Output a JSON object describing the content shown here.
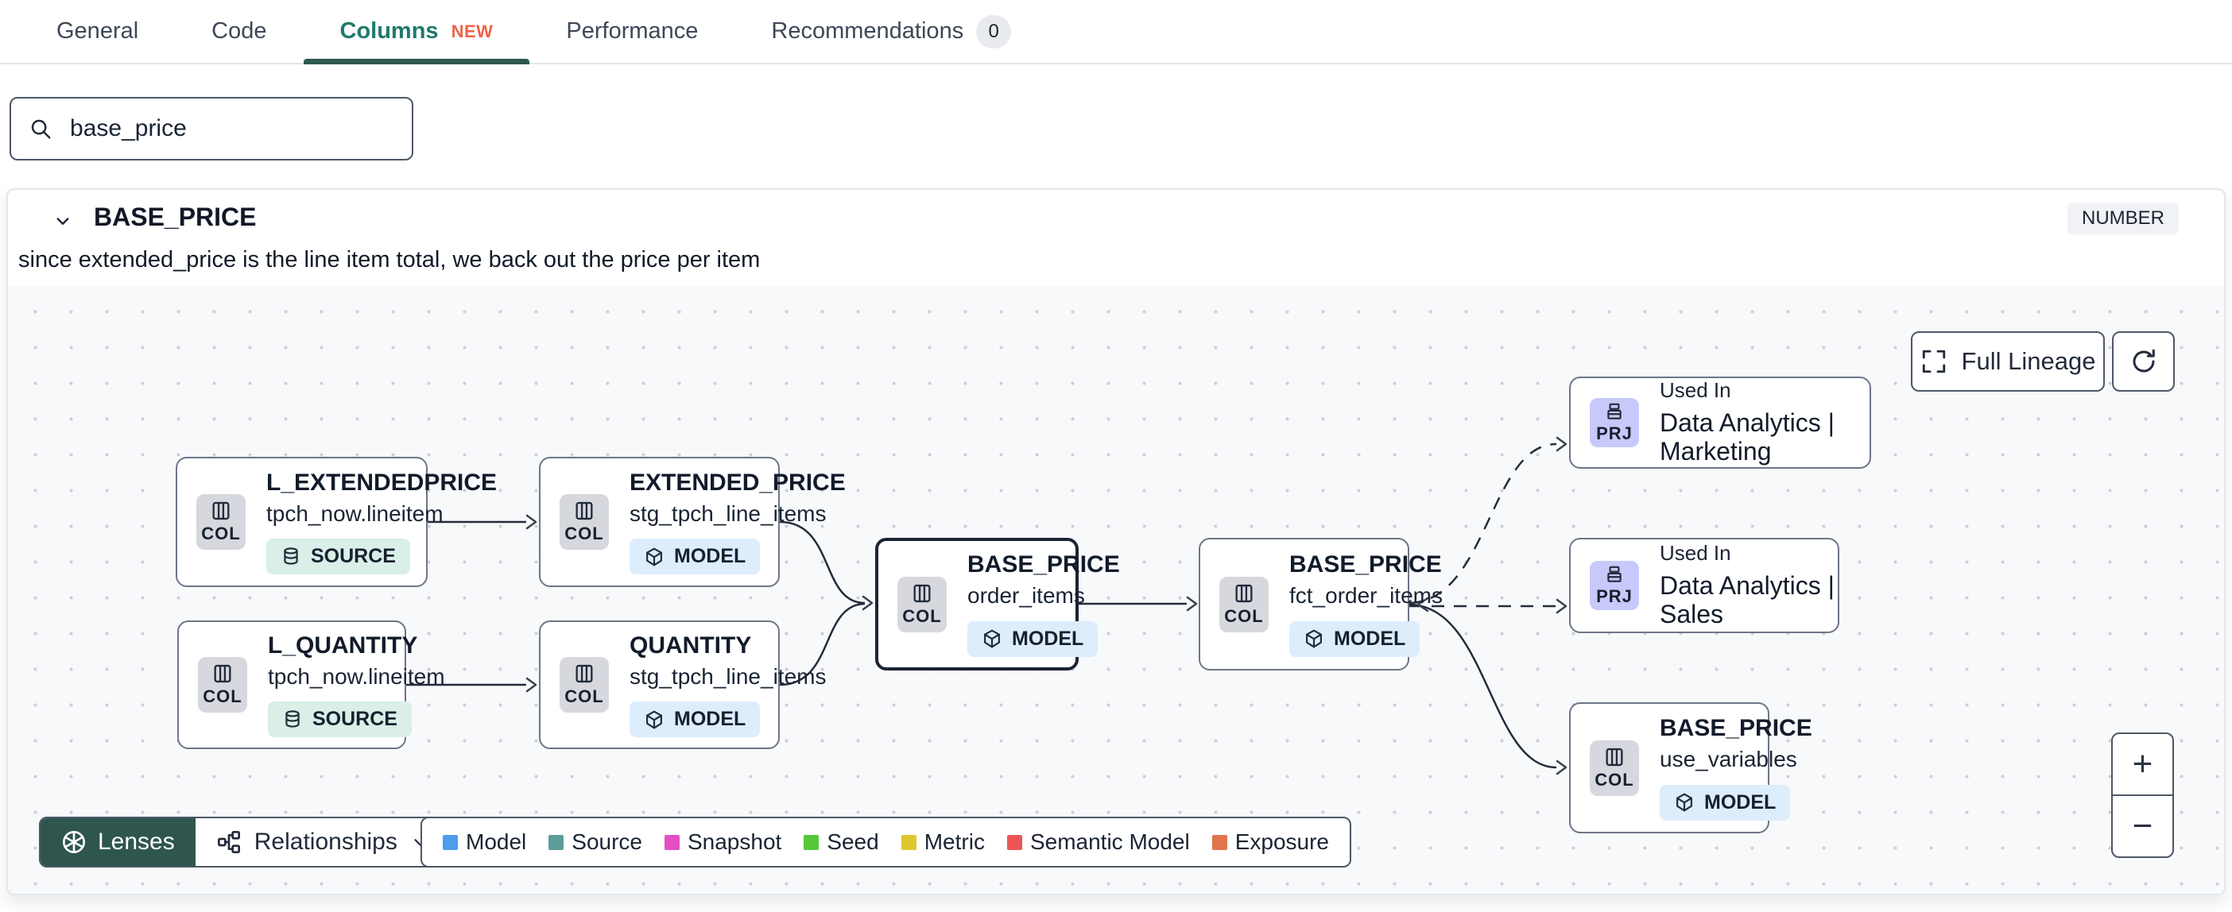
{
  "tabs": {
    "items": [
      {
        "label": "General"
      },
      {
        "label": "Code"
      },
      {
        "label": "Columns",
        "badge": "NEW",
        "active": true
      },
      {
        "label": "Performance"
      },
      {
        "label": "Recommendations",
        "count": "0"
      }
    ]
  },
  "search": {
    "value": "base_price"
  },
  "column": {
    "name": "BASE_PRICE",
    "type": "NUMBER",
    "description": "since extended_price is the line item total, we back out the price per item"
  },
  "lineage": {
    "controls": {
      "full_lineage": "Full Lineage",
      "lenses": "Lenses",
      "relationships": "Relationships",
      "zoom_in": "+",
      "zoom_out": "−"
    },
    "nodes": [
      {
        "kind": "COL",
        "title": "L_EXTENDEDPRICE",
        "subtitle": "tpch_now.lineitem",
        "badge": "SOURCE"
      },
      {
        "kind": "COL",
        "title": "L_QUANTITY",
        "subtitle": "tpch_now.lineitem",
        "badge": "SOURCE"
      },
      {
        "kind": "COL",
        "title": "EXTENDED_PRICE",
        "subtitle": "stg_tpch_line_items",
        "badge": "MODEL"
      },
      {
        "kind": "COL",
        "title": "QUANTITY",
        "subtitle": "stg_tpch_line_items",
        "badge": "MODEL"
      },
      {
        "kind": "COL",
        "title": "BASE_PRICE",
        "subtitle": "order_items",
        "badge": "MODEL",
        "selected": true
      },
      {
        "kind": "COL",
        "title": "BASE_PRICE",
        "subtitle": "fct_order_items",
        "badge": "MODEL"
      },
      {
        "kind": "PRJ",
        "pretitle": "Used In",
        "title": "Data Analytics | Marketing"
      },
      {
        "kind": "PRJ",
        "pretitle": "Used In",
        "title": "Data Analytics | Sales"
      },
      {
        "kind": "COL",
        "title": "BASE_PRICE",
        "subtitle": "use_variables",
        "badge": "MODEL"
      }
    ],
    "legend": {
      "items": [
        {
          "label": "Model",
          "color": "#4e9ceb"
        },
        {
          "label": "Source",
          "color": "#5c9d98"
        },
        {
          "label": "Snapshot",
          "color": "#e44fc4"
        },
        {
          "label": "Seed",
          "color": "#57c73a"
        },
        {
          "label": "Metric",
          "color": "#e0c62e"
        },
        {
          "label": "Semantic Model",
          "color": "#eb5757"
        },
        {
          "label": "Exposure",
          "color": "#e0744a"
        }
      ]
    },
    "colors": {
      "accent_teal": "#1f7a6c",
      "active_underline": "#2d574f",
      "new_badge": "#ee6348",
      "lenses_bg": "#2e564e",
      "edge": "#242c3a"
    }
  }
}
